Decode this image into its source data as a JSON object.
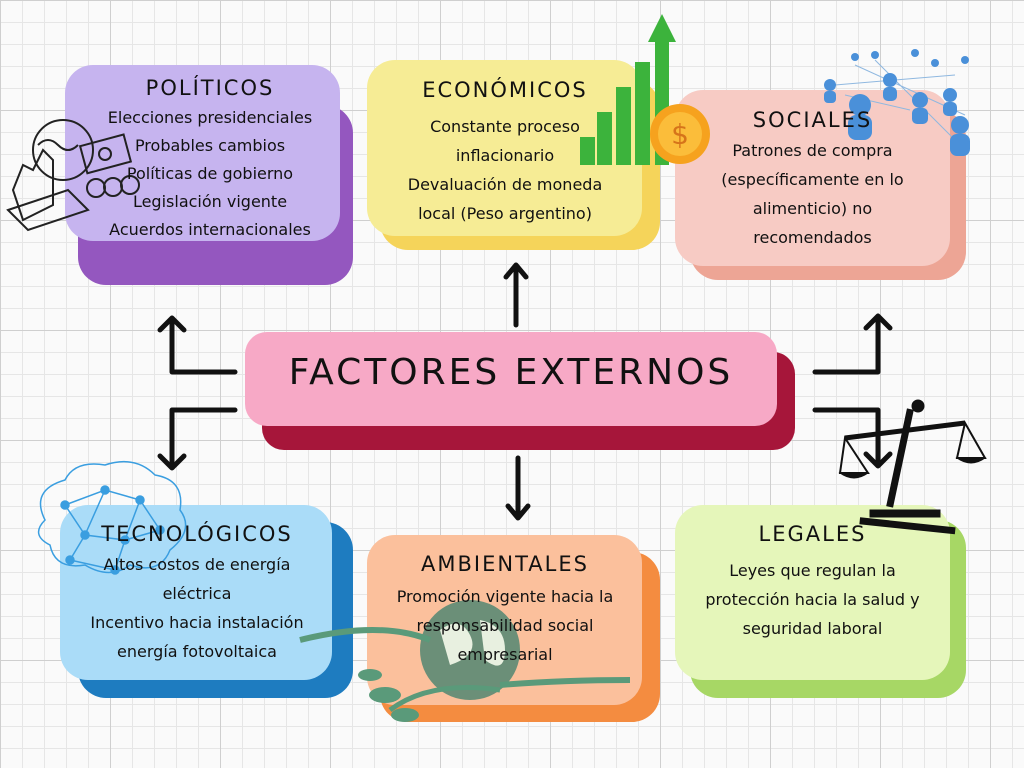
{
  "center": {
    "title": "FACTORES EXTERNOS"
  },
  "categories": [
    {
      "title": "POLÍTICOS",
      "lines": [
        "Elecciones presidenciales",
        "Probables cambios",
        "Políticas de gobierno",
        "Legislación vigente",
        "Acuerdos internacionales"
      ]
    },
    {
      "title": "ECONÓMICOS",
      "lines": [
        "Constante proceso",
        "inflacionario",
        "Devaluación de moneda",
        "local (Peso argentino)"
      ]
    },
    {
      "title": "SOCIALES",
      "lines": [
        "Patrones de compra",
        "(específicamente en lo",
        "alimenticio) no",
        "recomendados"
      ]
    },
    {
      "title": "TECNOLÓGICOS",
      "lines": [
        "Altos costos de energía",
        "eléctrica",
        "Incentivo hacia instalación",
        "energía fotovoltaica"
      ]
    },
    {
      "title": "AMBIENTALES",
      "lines": [
        "Promoción vigente hacia la",
        "responsabilidad social",
        "empresarial"
      ]
    },
    {
      "title": "LEGALES",
      "lines": [
        "Leyes que regulan la",
        "protección hacia la salud y",
        "seguridad laboral"
      ]
    }
  ],
  "colors": {
    "politicos": "#c6b4ef",
    "politicos_shadow": "#9457bf",
    "economicos": "#f6ec95",
    "economicos_shadow": "#f5d45a",
    "sociales": "#f7cbc4",
    "sociales_shadow": "#eda595",
    "center": "#f7a9c6",
    "center_shadow": "#a6163a",
    "tecnologicos": "#aadcf8",
    "tecnologicos_shadow": "#1e7cc0",
    "ambientales": "#fbc09c",
    "ambientales_shadow": "#f48c40",
    "legales": "#e5f6ba",
    "legales_shadow": "#a7d765"
  }
}
